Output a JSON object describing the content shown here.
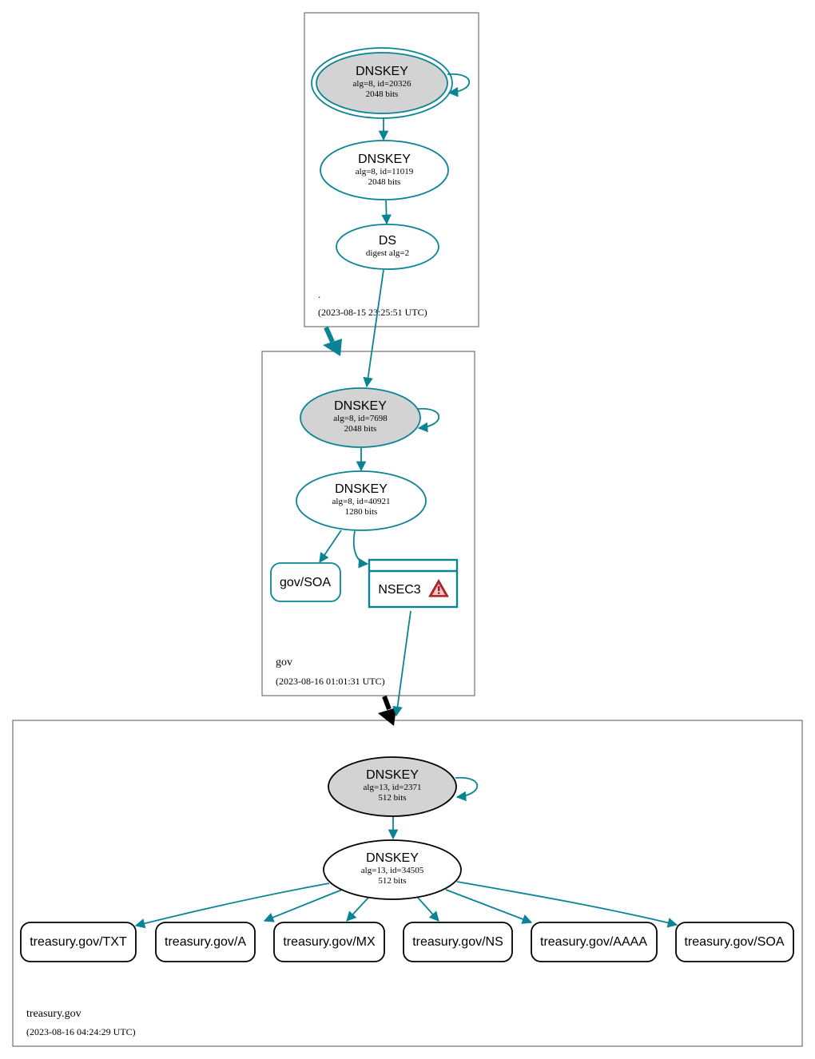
{
  "zones": {
    "root": {
      "name": ".",
      "timestamp": "(2023-08-15 23:25:51 UTC)"
    },
    "gov": {
      "name": "gov",
      "timestamp": "(2023-08-16 01:01:31 UTC)"
    },
    "treasury": {
      "name": "treasury.gov",
      "timestamp": "(2023-08-16 04:24:29 UTC)"
    }
  },
  "nodes": {
    "root_ksk": {
      "title": "DNSKEY",
      "line1": "alg=8, id=20326",
      "line2": "2048 bits"
    },
    "root_zsk": {
      "title": "DNSKEY",
      "line1": "alg=8, id=11019",
      "line2": "2048 bits"
    },
    "root_ds": {
      "title": "DS",
      "line1": "digest alg=2"
    },
    "gov_ksk": {
      "title": "DNSKEY",
      "line1": "alg=8, id=7698",
      "line2": "2048 bits"
    },
    "gov_zsk": {
      "title": "DNSKEY",
      "line1": "alg=8, id=40921",
      "line2": "1280 bits"
    },
    "gov_soa": {
      "label": "gov/SOA"
    },
    "gov_nsec3": {
      "label": "NSEC3"
    },
    "tr_ksk": {
      "title": "DNSKEY",
      "line1": "alg=13, id=2371",
      "line2": "512 bits"
    },
    "tr_zsk": {
      "title": "DNSKEY",
      "line1": "alg=13, id=34505",
      "line2": "512 bits"
    }
  },
  "records": [
    "treasury.gov/TXT",
    "treasury.gov/A",
    "treasury.gov/MX",
    "treasury.gov/NS",
    "treasury.gov/AAAA",
    "treasury.gov/SOA"
  ],
  "colors": {
    "secure": "#0a8494",
    "insecure": "#000000",
    "ksk_fill": "#d3d3d3",
    "warning": "#c0282b"
  }
}
